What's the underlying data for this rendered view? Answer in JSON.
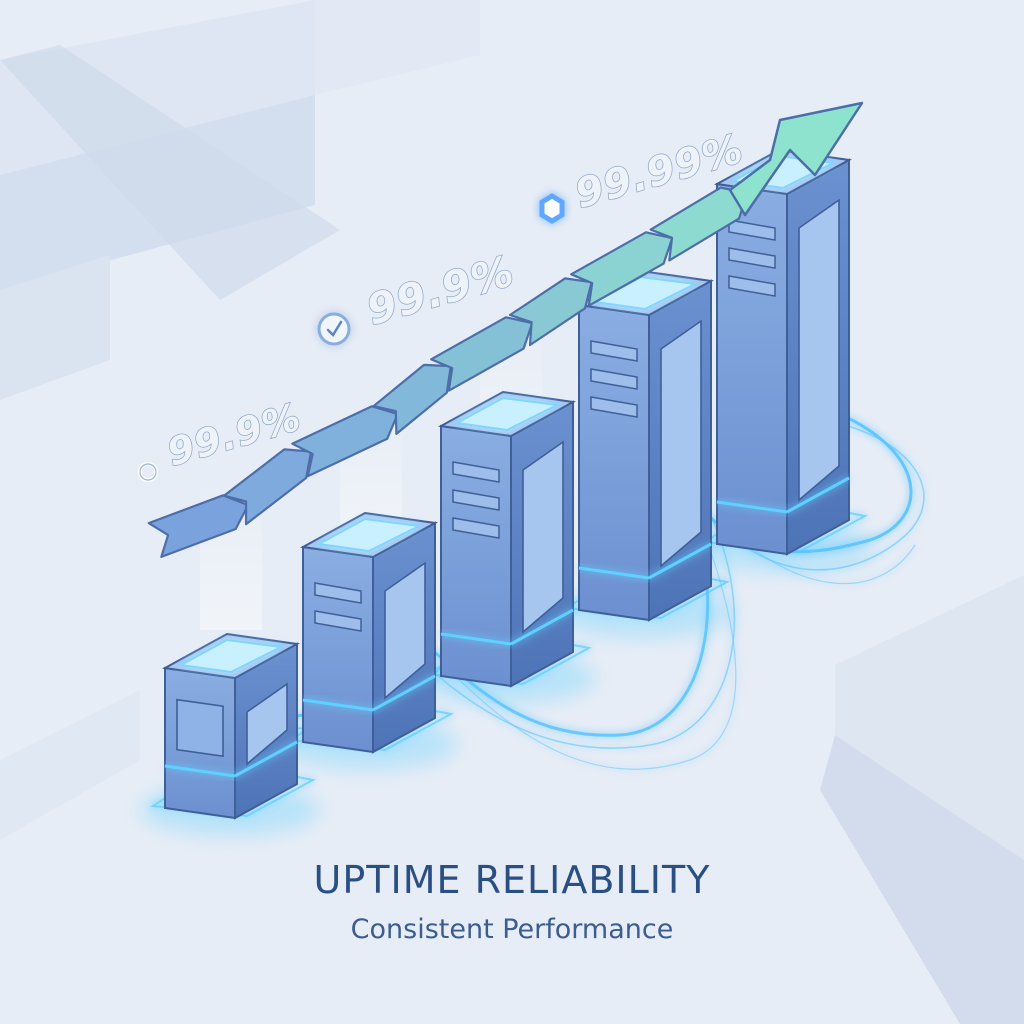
{
  "heading": {
    "title": "UPTIME RELIABILITY",
    "subtitle": "Consistent Performance"
  },
  "uptime_labels": [
    {
      "text": "99.9%",
      "icon": "ring-icon"
    },
    {
      "text": "99.9%",
      "icon": "check-circle-icon"
    },
    {
      "text": "99.99%",
      "icon": "hexagon-icon"
    }
  ],
  "server_count": 5,
  "colors": {
    "background": "#e7edf6",
    "server_front": "#7c9fd8",
    "server_side": "#5c83c6",
    "server_top": "#a9c6ef",
    "glow": "#5fd0ff",
    "arrow_start": "#7aa3de",
    "arrow_end": "#8ee3cf",
    "title_text": "#2a4f83"
  },
  "icons": [
    "ring-icon",
    "check-circle-icon",
    "hexagon-icon",
    "trend-arrow-icon",
    "server-icon"
  ]
}
